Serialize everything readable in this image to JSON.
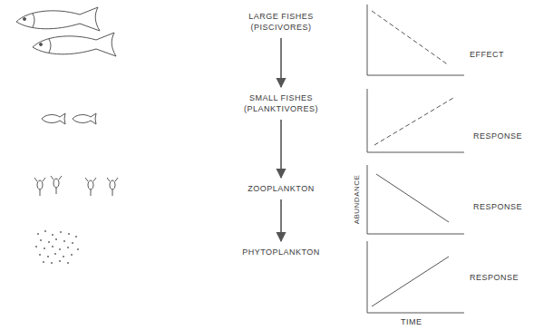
{
  "diagram": {
    "nodes": [
      {
        "text": [
          "LARGE FISHES (PISCIVORES)"
        ]
      },
      {
        "text": [
          "SMALL FISHES (PLANKTIVORES)"
        ]
      },
      {
        "text": [
          "ZOOPLANKTON"
        ]
      },
      {
        "text": [
          "PHYTOPLANKTON"
        ]
      }
    ],
    "edges": [
      {
        "from": 0,
        "to": 1,
        "arrow": "to"
      },
      {
        "from": 1,
        "to": 2,
        "arrow": "to"
      },
      {
        "from": 2,
        "to": 3,
        "arrow": "to"
      }
    ],
    "labels": [
      "EFFECT",
      "RESPONSE",
      "ABUNDANCE",
      "RESPONSE",
      "RESPONSE",
      "TIME"
    ]
  }
}
